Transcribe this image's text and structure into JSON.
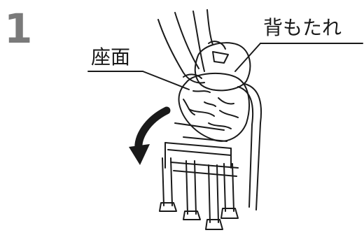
{
  "step": {
    "number": "1"
  },
  "labels": {
    "backrest": "背もたれ",
    "seat": "座面"
  },
  "icons": {
    "fold_direction": "curved-arrow-down-icon"
  },
  "colors": {
    "line": "#1a1a1a",
    "step_number": "#7a7a7a",
    "background": "#ffffff"
  }
}
